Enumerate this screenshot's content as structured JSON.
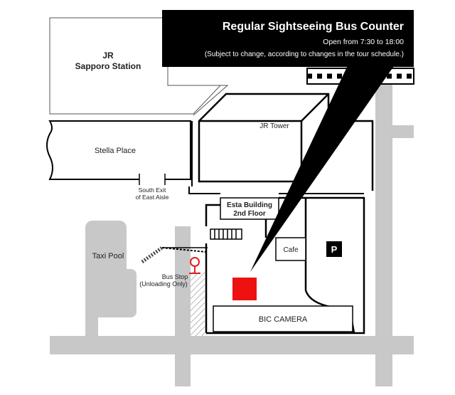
{
  "callout": {
    "title": "Regular Sightseeing Bus Counter",
    "hours": "Open from 7:30 to 18:00",
    "note": "(Subject to change, according to changes in the tour schedule.)"
  },
  "labels": {
    "jr_line1": "JR",
    "jr_line2": "Sapporo Station",
    "jr_tower": "JR Tower",
    "stella_place": "Stella Place",
    "south_exit_line1": "South Exit",
    "south_exit_line2": "of East Aisle",
    "esta_line1": "Esta Building",
    "esta_line2": "2nd Floor",
    "cafe": "Cafe",
    "parking": "P",
    "taxi_pool": "Taxi Pool",
    "bus_stop_line1": "Bus Stop",
    "bus_stop_line2": "(Unloading Only)",
    "bic_camera": "BIC CAMERA"
  },
  "colors": {
    "counter": "#ee1111",
    "bus_stop": "#dd2222",
    "road": "#c8c8c8",
    "callout_bg": "#000000"
  }
}
